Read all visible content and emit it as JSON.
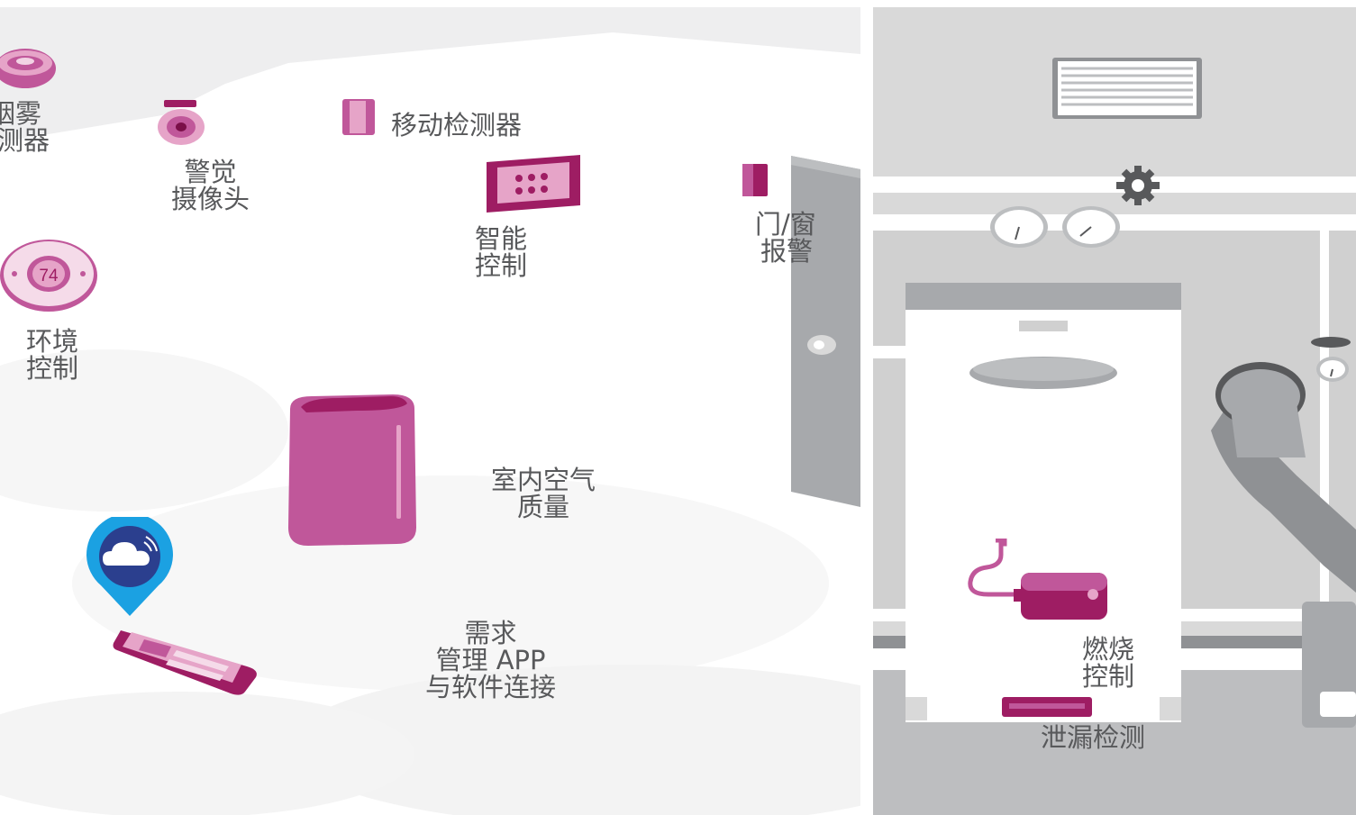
{
  "labels": {
    "smoke_detector": [
      "烟雾",
      "检测器"
    ],
    "alert_camera": [
      "警觉",
      "摄像头"
    ],
    "motion_detector": "移动检测器",
    "smart_control": [
      "智能",
      "控制"
    ],
    "door_window_alarm": [
      "门/窗",
      "报警"
    ],
    "env_control": [
      "环境",
      "控制"
    ],
    "indoor_air": [
      "室内空气",
      "质量"
    ],
    "demand_app": [
      "需求",
      "管理 APP",
      "与软件连接"
    ],
    "combustion_control": [
      "燃烧",
      "控制"
    ],
    "leak_detection": "泄漏检测"
  },
  "thermostat_reading": "74",
  "icons": [
    "smoke-detector-icon",
    "camera-icon",
    "motion-sensor-icon",
    "smart-panel-icon",
    "door-sensor-icon",
    "thermostat-icon",
    "air-purifier-icon",
    "cloud-pin-icon",
    "phone-icon",
    "vent-icon",
    "gear-icon",
    "gauge-icon",
    "combustion-unit-icon",
    "leak-sensor-icon",
    "pipe-icon"
  ],
  "colors": {
    "magenta": "#c0579a",
    "dark_magenta": "#9e1d63",
    "blue": "#1ba1e2",
    "gray": "#a7a9ac",
    "text": "#58595b"
  }
}
